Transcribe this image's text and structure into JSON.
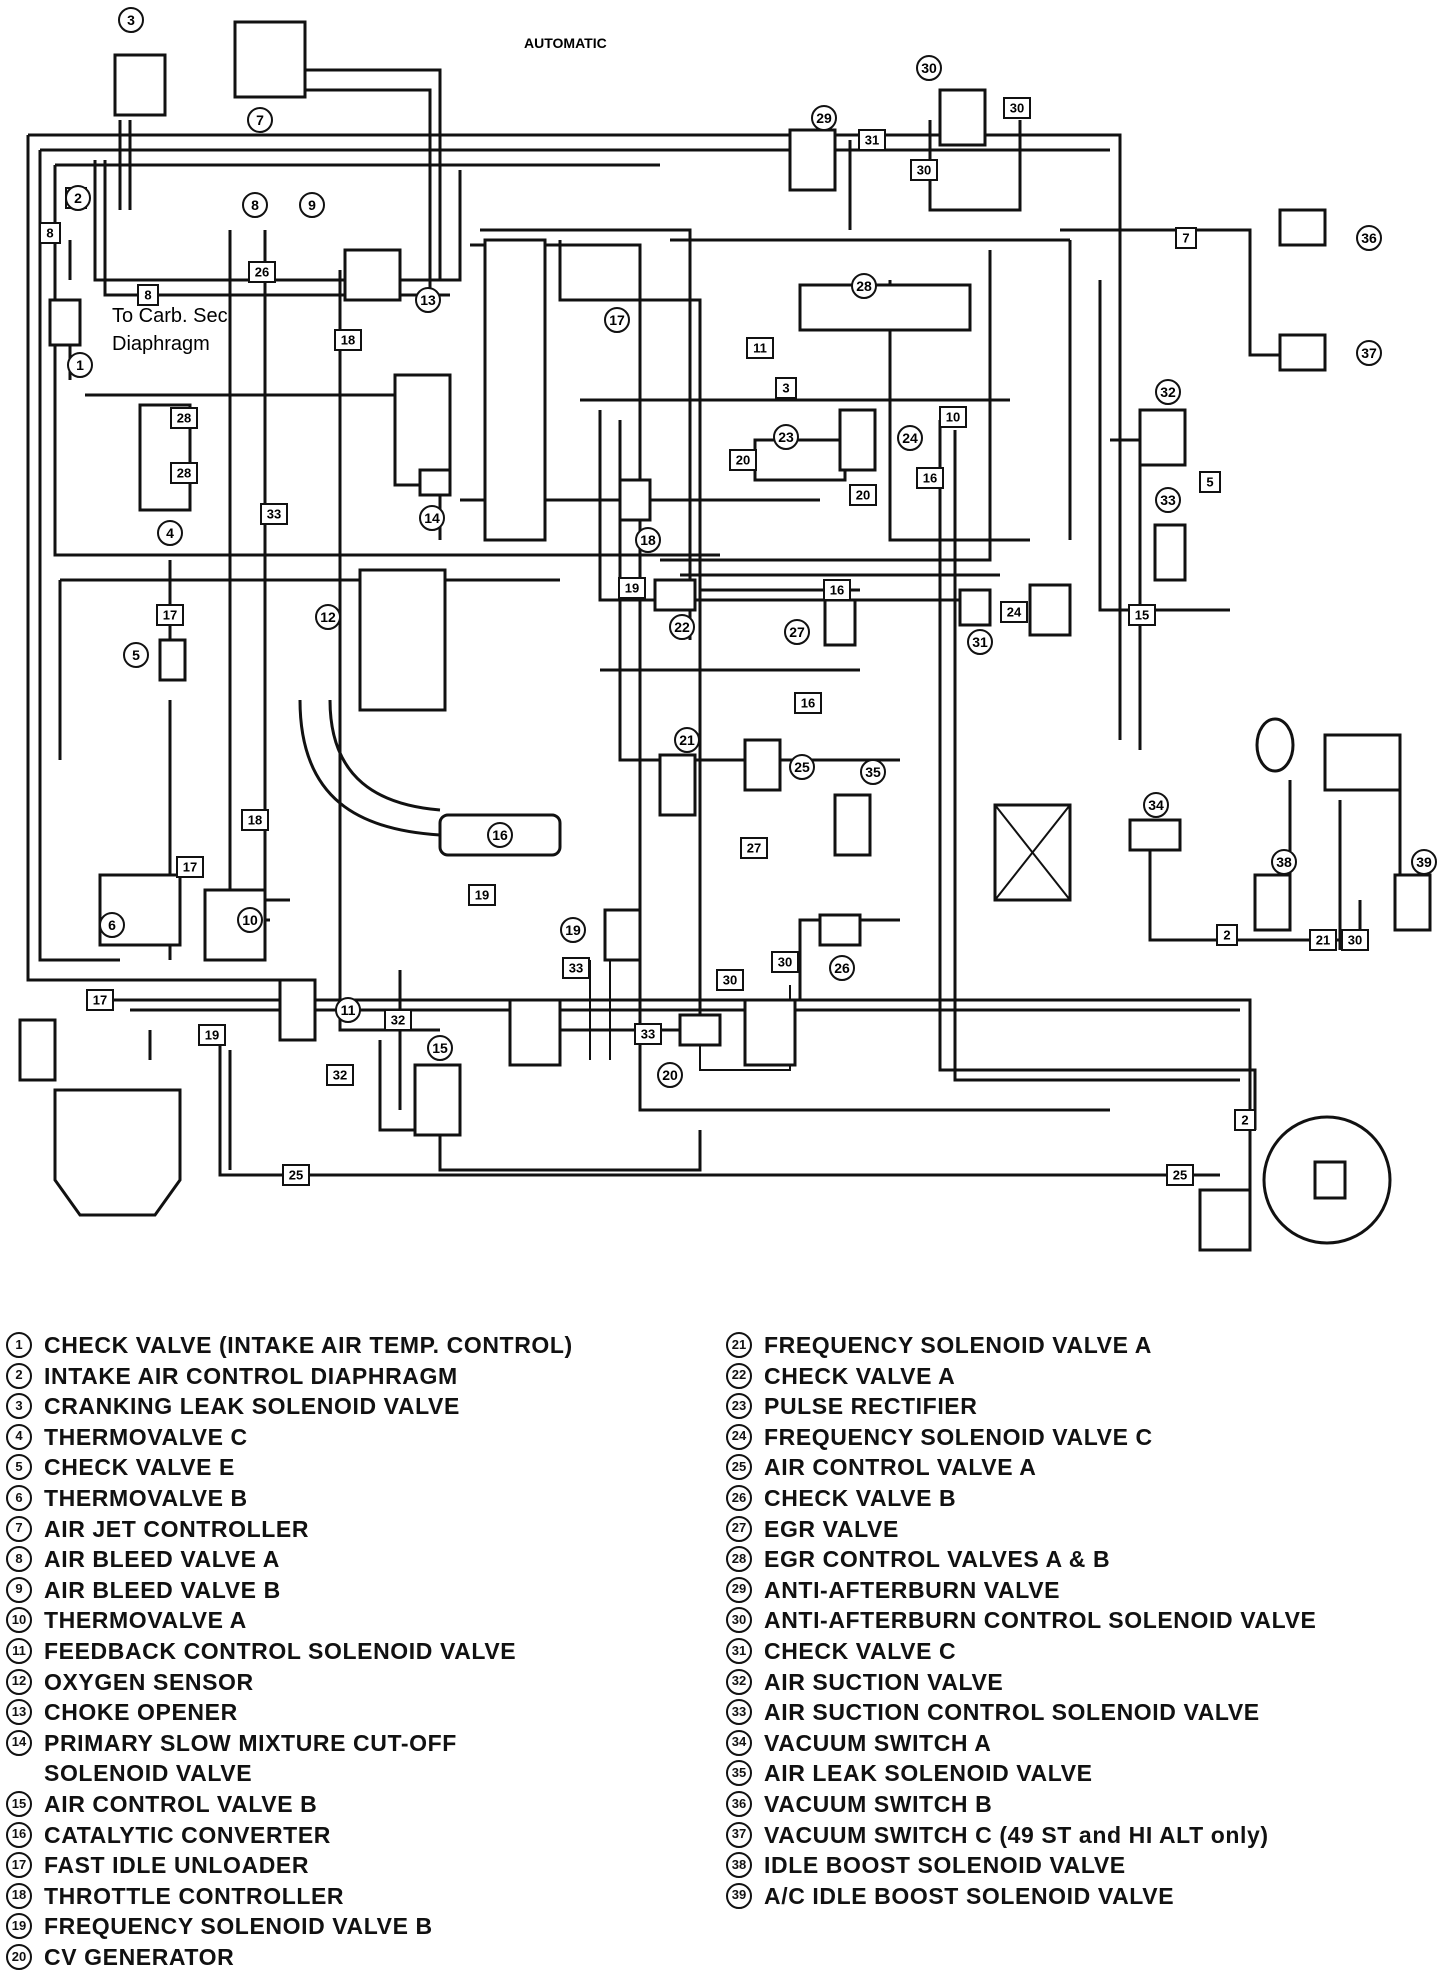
{
  "title": "AUTOMATIC",
  "callouts": {
    "carb_sec_line1": "To Carb. Sec",
    "carb_sec_line2": "Diaphragm"
  },
  "hose_tags": [
    "2",
    "3",
    "5",
    "7",
    "8",
    "10",
    "11",
    "15",
    "16",
    "17",
    "18",
    "19",
    "20",
    "21",
    "24",
    "25",
    "26",
    "27",
    "28",
    "30",
    "31",
    "32",
    "33"
  ],
  "legend": [
    {
      "num": "1",
      "text": "CHECK VALVE (INTAKE AIR TEMP. CONTROL)"
    },
    {
      "num": "2",
      "text": "INTAKE AIR CONTROL DIAPHRAGM"
    },
    {
      "num": "3",
      "text": "CRANKING LEAK SOLENOID VALVE"
    },
    {
      "num": "4",
      "text": "THERMOVALVE C"
    },
    {
      "num": "5",
      "text": "CHECK VALVE E"
    },
    {
      "num": "6",
      "text": "THERMOVALVE B"
    },
    {
      "num": "7",
      "text": "AIR JET CONTROLLER"
    },
    {
      "num": "8",
      "text": "AIR BLEED VALVE A"
    },
    {
      "num": "9",
      "text": "AIR BLEED VALVE B"
    },
    {
      "num": "10",
      "text": "THERMOVALVE A"
    },
    {
      "num": "11",
      "text": "FEEDBACK CONTROL SOLENOID VALVE"
    },
    {
      "num": "12",
      "text": "OXYGEN SENSOR"
    },
    {
      "num": "13",
      "text": "CHOKE OPENER"
    },
    {
      "num": "14",
      "text": "PRIMARY SLOW MIXTURE CUT-OFF"
    },
    {
      "num": "",
      "text": "SOLENOID VALVE"
    },
    {
      "num": "15",
      "text": "AIR CONTROL VALVE B"
    },
    {
      "num": "16",
      "text": "CATALYTIC CONVERTER"
    },
    {
      "num": "17",
      "text": "FAST IDLE UNLOADER"
    },
    {
      "num": "18",
      "text": "THROTTLE CONTROLLER"
    },
    {
      "num": "19",
      "text": "FREQUENCY SOLENOID VALVE B"
    },
    {
      "num": "20",
      "text": "CV GENERATOR"
    },
    {
      "num": "21",
      "text": "FREQUENCY SOLENOID VALVE A"
    },
    {
      "num": "22",
      "text": "CHECK VALVE A"
    },
    {
      "num": "23",
      "text": "PULSE RECTIFIER"
    },
    {
      "num": "24",
      "text": "FREQUENCY SOLENOID VALVE C"
    },
    {
      "num": "25",
      "text": "AIR CONTROL VALVE A"
    },
    {
      "num": "26",
      "text": "CHECK VALVE B"
    },
    {
      "num": "27",
      "text": "EGR VALVE"
    },
    {
      "num": "28",
      "text": "EGR CONTROL VALVES A & B"
    },
    {
      "num": "29",
      "text": "ANTI-AFTERBURN VALVE"
    },
    {
      "num": "30",
      "text": "ANTI-AFTERBURN CONTROL SOLENOID VALVE"
    },
    {
      "num": "31",
      "text": "CHECK VALVE C"
    },
    {
      "num": "32",
      "text": "AIR SUCTION VALVE"
    },
    {
      "num": "33",
      "text": "AIR SUCTION CONTROL SOLENOID VALVE"
    },
    {
      "num": "34",
      "text": "VACUUM SWITCH A"
    },
    {
      "num": "35",
      "text": "AIR LEAK SOLENOID VALVE"
    },
    {
      "num": "36",
      "text": "VACUUM SWITCH B"
    },
    {
      "num": "37",
      "text": "VACUUM SWITCH C (49 ST and HI ALT only)"
    },
    {
      "num": "38",
      "text": "IDLE BOOST SOLENOID VALVE"
    },
    {
      "num": "39",
      "text": "A/C IDLE BOOST SOLENOID VALVE"
    }
  ]
}
